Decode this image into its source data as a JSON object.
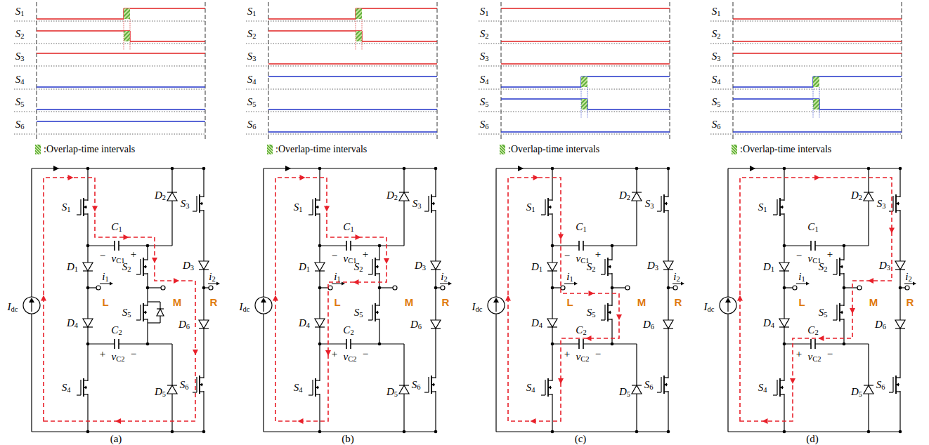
{
  "diagram": {
    "labels": [
      "S1",
      "S2",
      "S3",
      "S4",
      "S5",
      "S6",
      "S1",
      "D2",
      "S3",
      "C1",
      "−",
      "vC1",
      "+",
      "D1",
      "S2",
      "D3",
      "i1",
      "L",
      "M",
      "i2",
      "R",
      "Idc",
      "D4",
      "S5",
      "D6",
      "C2",
      "+",
      "vC2",
      "−",
      "S4",
      "D5",
      "S6",
      "(a)",
      "S1",
      "S2",
      "S3",
      "S4",
      "S5",
      "S6",
      "S1",
      "D2",
      "S3",
      "C1",
      "−",
      "vC1",
      "+",
      "D1",
      "S2",
      "D3",
      "i1",
      "L",
      "M",
      "i2",
      "R",
      "Idc",
      "D4",
      "S5",
      "D6",
      "C2",
      "+",
      "vC2",
      "−",
      "S4",
      "D5",
      "S6",
      "(b)",
      "S1",
      "S2",
      "S3",
      "S4",
      "S5",
      "S6",
      "S1",
      "D2",
      "S3",
      "C1",
      "−",
      "vC1",
      "+",
      "D1",
      "S2",
      "D3",
      "i1",
      "L",
      "M",
      "i2",
      "R",
      "Idc",
      "D4",
      "S5",
      "D6",
      "C2",
      "+",
      "vC2",
      "−",
      "S4",
      "D5",
      "S6",
      "(c)",
      "S1",
      "S2",
      "S3",
      "S4",
      "S5",
      "S6",
      "S1",
      "D2",
      "S3",
      "C1",
      "−",
      "vC1",
      "+",
      "D1",
      "S2",
      "D3",
      "i1",
      "L",
      "M",
      "i2",
      "R",
      "Idc",
      "D4",
      "S5",
      "D6",
      "C2",
      "+",
      "vC2",
      "−",
      "S4",
      "D5",
      "S6",
      "(d)"
    ],
    "legend": [
      {
        "text": ":Overlap-time intervals"
      },
      {
        "text": ":Overlap-time intervals"
      },
      {
        "text": ":Overlap-time intervals"
      },
      {
        "text": ":Overlap-time intervals"
      }
    ]
  }
}
